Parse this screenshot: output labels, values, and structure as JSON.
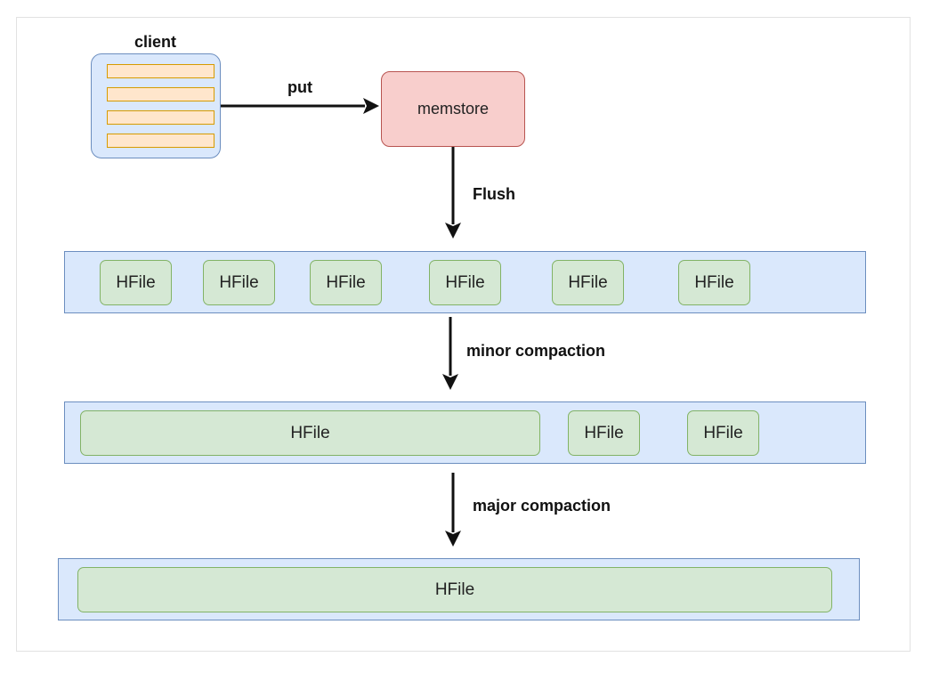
{
  "client": {
    "label": "client"
  },
  "edges": {
    "put": "put",
    "flush": "Flush",
    "minor": "minor compaction",
    "major": "major compaction"
  },
  "memstore": {
    "label": "memstore"
  },
  "flush_layer": {
    "hfiles": [
      "HFile",
      "HFile",
      "HFile",
      "HFile",
      "HFile",
      "HFile"
    ]
  },
  "minor_layer": {
    "hfiles": [
      "HFile",
      "HFile",
      "HFile"
    ]
  },
  "major_layer": {
    "hfiles": [
      "HFile"
    ]
  },
  "colors": {
    "blue_fill": "#dae8fc",
    "blue_stroke": "#6c8ebf",
    "green_fill": "#d5e8d4",
    "green_stroke": "#82b366",
    "red_fill": "#f8cecc",
    "red_stroke": "#b85450",
    "orange_fill": "#ffe6cc",
    "orange_stroke": "#d79b00"
  }
}
